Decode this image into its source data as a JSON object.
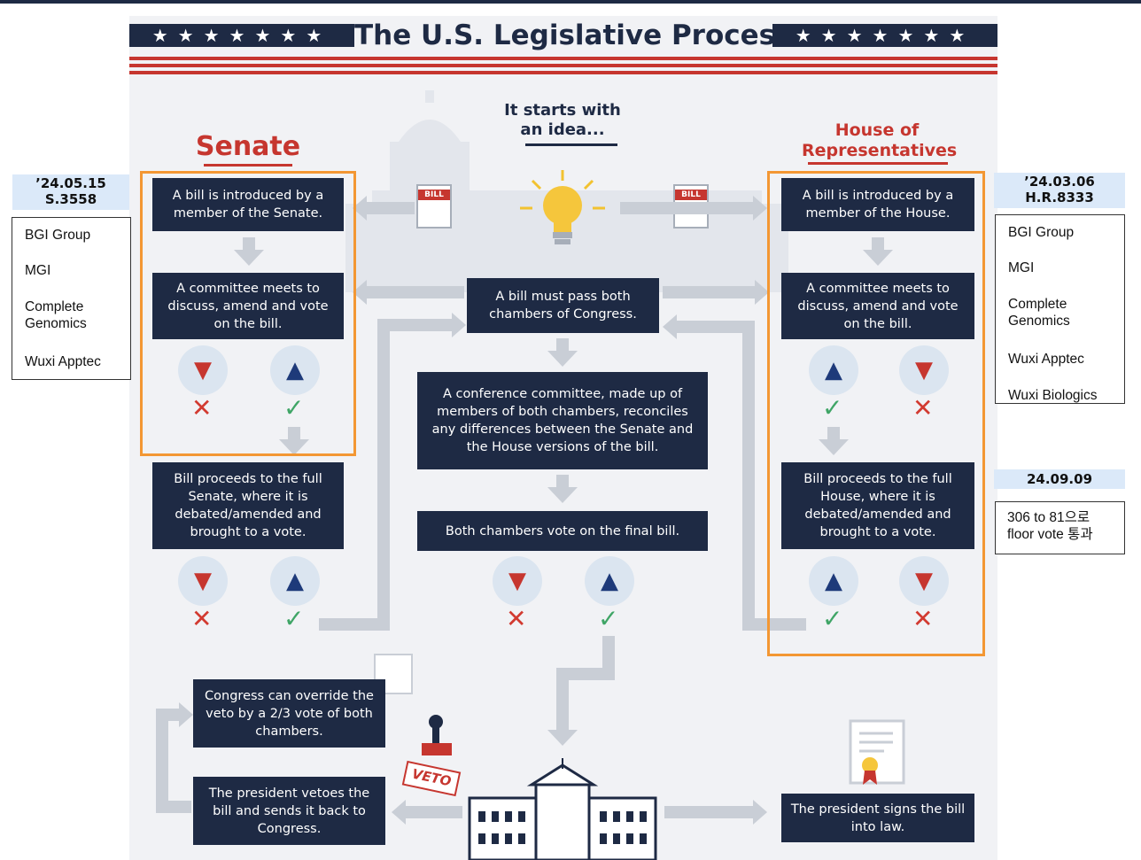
{
  "title": "The U.S. Legislative Process",
  "stars": "★★★★★★★",
  "start_label": "It starts with an idea...",
  "bill_tag": "BILL",
  "veto_stamp": "VETO",
  "senate": {
    "heading": "Senate",
    "introduced": "A bill is introduced by a member of the Senate.",
    "committee": "A committee meets to discuss, amend and vote on the bill.",
    "full": "Bill proceeds to the full Senate, where it is debated/amended and brought to a vote."
  },
  "house": {
    "heading": "House of Representatives",
    "introduced": "A bill is introduced by a member of the House.",
    "committee": "A committee meets to discuss, amend and vote on the bill.",
    "full": "Bill proceeds to the full House, where it is debated/amended and brought to a vote."
  },
  "center": {
    "pass_both": "A bill must pass both chambers of Congress.",
    "conference": "A conference committee, made up of members of both chambers, reconciles any differences between the Senate and the House versions of the bill.",
    "final_vote": "Both chambers vote on the final bill."
  },
  "bottom": {
    "override": "Congress can override the veto by a 2/3 vote of both chambers.",
    "vetoes": "The president vetoes the bill and sends it back to Congress.",
    "signs": "The president signs the bill into law."
  },
  "vote": {
    "no": "✕",
    "yes": "✓"
  },
  "left_note": {
    "date": "’24.05.15",
    "bill_no": "S.3558",
    "companies": [
      "BGI Group",
      "MGI",
      "Complete Genomics",
      "Wuxi Apptec"
    ]
  },
  "right_note": {
    "date": "’24.03.06",
    "bill_no": "H.R.8333",
    "companies": [
      "BGI Group",
      "MGI",
      "Complete Genomics",
      "Wuxi Apptec",
      "Wuxi Biologics"
    ],
    "vote_date": "24.09.09",
    "vote_result": "306 to 81으로 floor vote 통과"
  },
  "colors": {
    "navy": "#1e2a44",
    "red": "#c6362f",
    "orange": "#f39733",
    "note_bg": "#dbe9f9"
  }
}
